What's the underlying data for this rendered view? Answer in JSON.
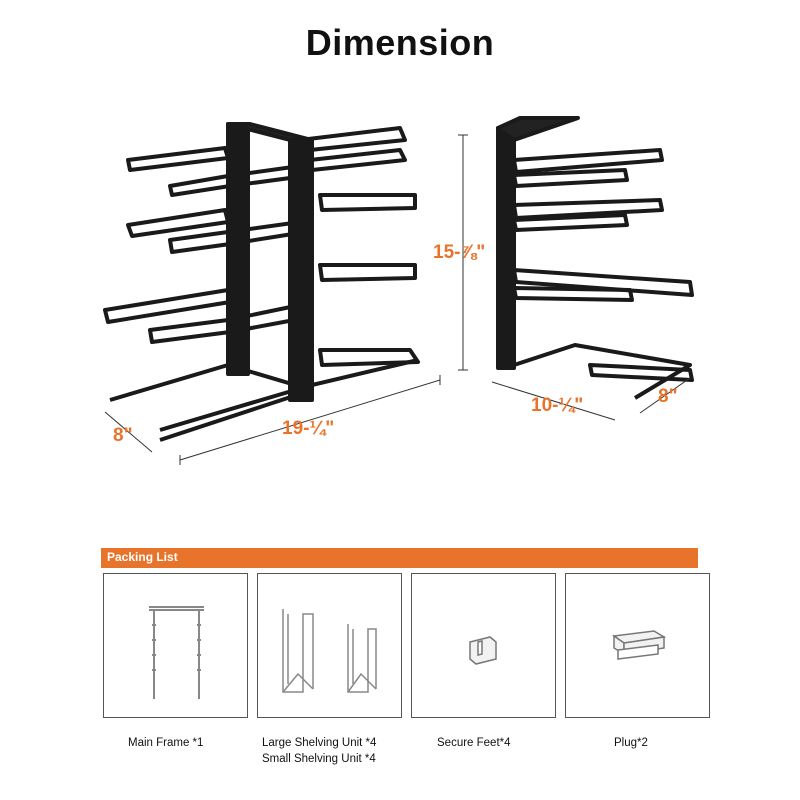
{
  "title": "Dimension",
  "dimensions": {
    "width": "19-¼\"",
    "depth_left": "8\"",
    "height": "15-⅞\"",
    "side_width": "10-¼\"",
    "depth_right": "8\""
  },
  "colors": {
    "accent": "#e8742c",
    "rack": "#1a1a1a"
  },
  "packing_list": {
    "title": "Packing List",
    "items": [
      {
        "label": "Main Frame *1",
        "icon": "main-frame-icon"
      },
      {
        "label": "Large Shelving Unit *4",
        "label2": "Small Shelving Unit *4",
        "icon": "shelving-unit-icon"
      },
      {
        "label": "Secure Feet*4",
        "icon": "secure-feet-icon"
      },
      {
        "label": "Plug*2",
        "icon": "plug-icon"
      }
    ]
  }
}
